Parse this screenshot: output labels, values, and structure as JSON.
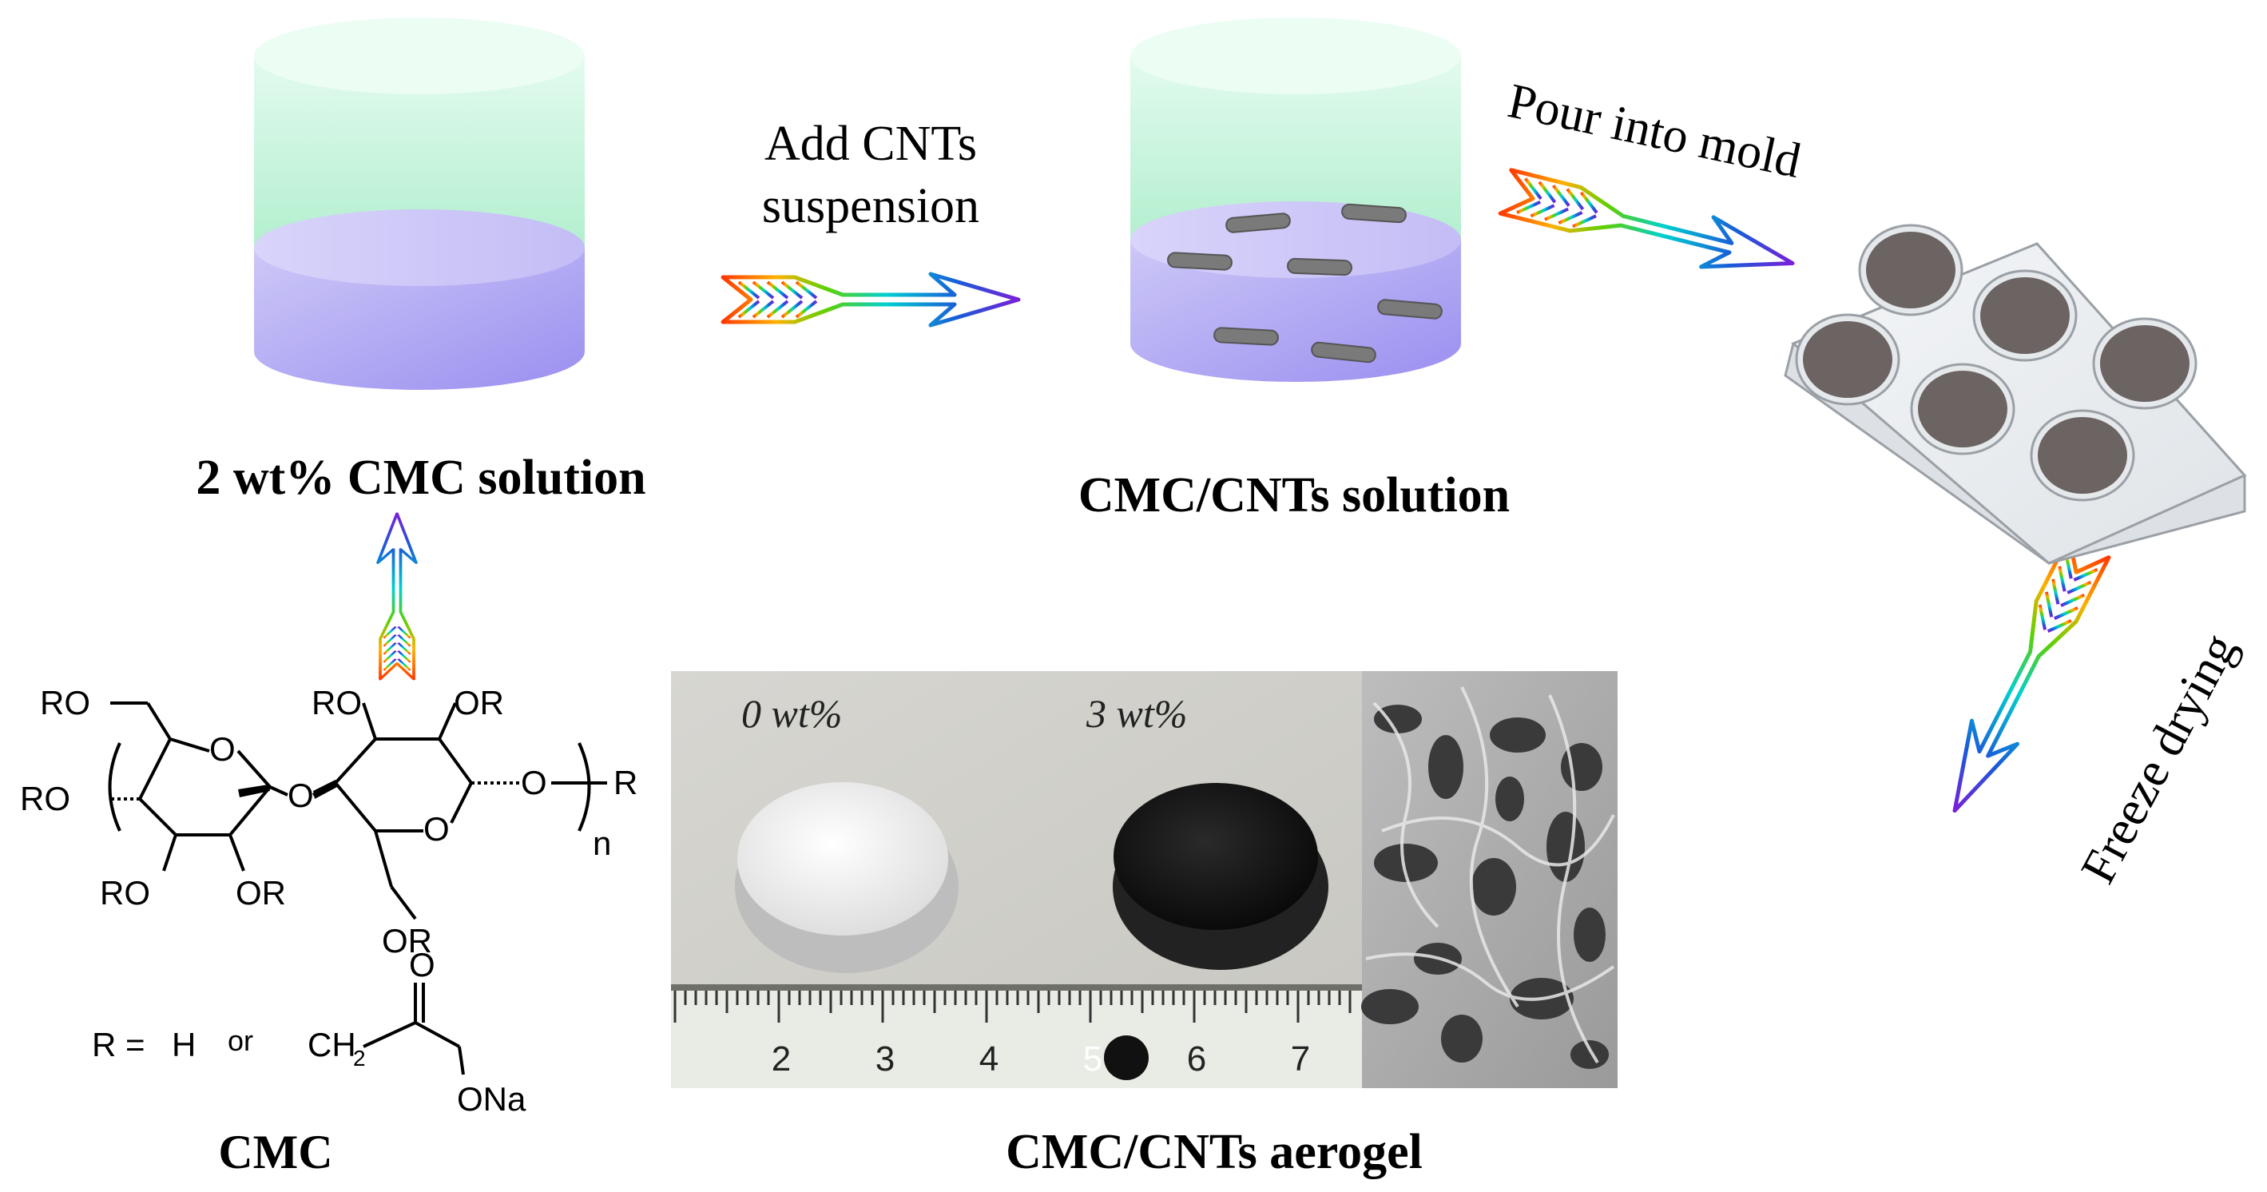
{
  "labels": {
    "cmc_solution": "2 wt% CMC solution",
    "add_cnts_line1": "Add CNTs",
    "add_cnts_line2": "suspension",
    "cmc_cnts_solution": "CMC/CNTs solution",
    "pour_into_mold": "Pour into mold",
    "freeze_drying": "Freeze drying",
    "aerogel": "CMC/CNTs aerogel",
    "cmc": "CMC"
  },
  "structure": {
    "ro_top_left": "RO",
    "ro_top_mid": "RO",
    "or_top_right": "OR",
    "ro_left": "RO",
    "o_ring1": "O",
    "o_bridge": "O",
    "o_ring2": "O",
    "o_right": "O",
    "r_end": "R",
    "n_sub": "n",
    "ro_bottom": "RO",
    "or_bottom": "OR",
    "or_lowest": "OR",
    "r_equals": "R = ",
    "h": "H",
    "or_word": "or",
    "ch2": "CH",
    "ch2_sub": "2",
    "o_carbonyl": "O",
    "ona": "ONa"
  },
  "photo": {
    "label_left": "0 wt%",
    "label_right": "3 wt%",
    "ruler_numbers": [
      "2",
      "3",
      "4",
      "5",
      "6",
      "7"
    ]
  },
  "colors": {
    "solution_purple": "#a39af0",
    "solution_green": "#b5f0d0",
    "cnt_gray": "#7a7a7a",
    "well_gray": "#6b6462"
  }
}
